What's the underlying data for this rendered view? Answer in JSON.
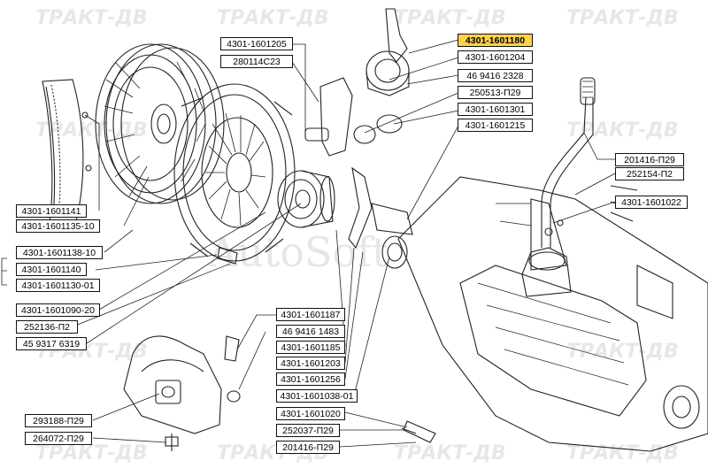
{
  "watermark": {
    "brand": "ТРАКТ-ДВ",
    "center": "AutoSoft"
  },
  "colors": {
    "highlight": "#ffd24a",
    "line": "#222222"
  },
  "labels": {
    "l01": "4301-1601205",
    "l02": "280114С23",
    "l03": "4301-1601180",
    "l04": "4301-1601204",
    "l05": "46 9416 2328",
    "l06": "250513-П29",
    "l07": "4301-1601301",
    "l08": "4301-1601215",
    "l09": "201416-П29",
    "l10": "252154-П2",
    "l11": "4301-1601022",
    "l12": "4301-1601141",
    "l13": "4301-1601135-10",
    "l14": "4301-1601138-10",
    "l15": "4301-1601140",
    "l16": "4301-1601130-01",
    "l17": "4301-1601090-20",
    "l18": "252136-П2",
    "l19": "45 9317 6319",
    "l20": "4301-1601187",
    "l21": "46 9416 1483",
    "l22": "4301-1601185",
    "l23": "4301-1601203",
    "l24": "4301-1601256",
    "l25": "4301-1601038-01",
    "l26": "4301-1601020",
    "l27": "252037-П29",
    "l28": "201416-П29",
    "l29": "293188-П29",
    "l30": "264072-П29"
  }
}
